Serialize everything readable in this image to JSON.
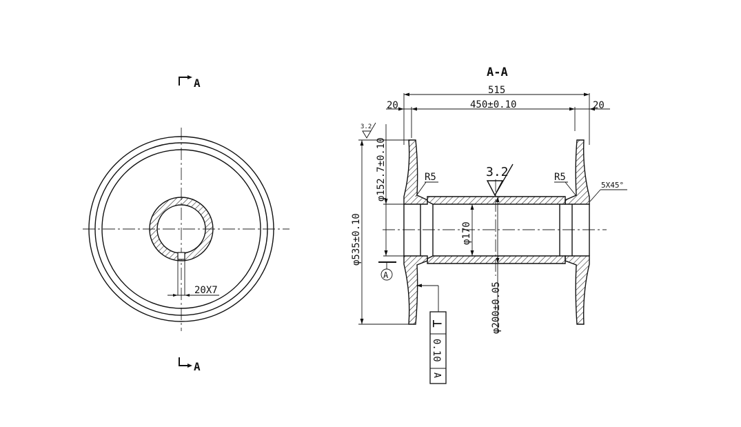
{
  "drawing": {
    "section_marker_top": "A",
    "section_marker_bottom": "A",
    "section_title": "A-A",
    "keyway_note": "20X7"
  },
  "dimensions": {
    "overall_length": "515",
    "inner_length": "450±0.10",
    "flange_left": "20",
    "flange_right": "20",
    "bore_diameter": "φ152.7±0.10",
    "flange_diameter": "φ535±0.10",
    "inner_diameter": "φ170",
    "outer_tube_diameter": "φ200±0.05",
    "fillet_left": "R5",
    "fillet_right": "R5",
    "chamfer": "5X45°"
  },
  "surface_finish": {
    "small": "3.2",
    "large": "3.2"
  },
  "tolerance_frame": {
    "symbol": "⊥",
    "value": "0.10",
    "datum": "A"
  },
  "datum_label": "A"
}
